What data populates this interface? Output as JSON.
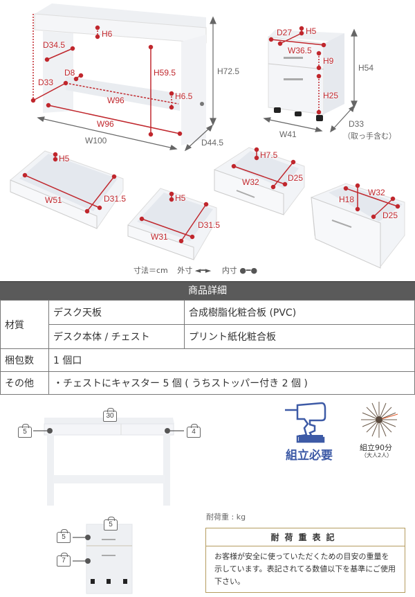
{
  "desk_dims": {
    "h6": "H6",
    "d34_5": "D34.5",
    "d8": "D8",
    "h59_5": "H59.5",
    "d33": "D33",
    "w96_inner": "W96",
    "h6_5": "H6.5",
    "w96": "W96",
    "w100": "W100",
    "h72_5": "H72.5",
    "d44_5": "D44.5"
  },
  "chest_dims": {
    "d27": "D27",
    "h5": "H5",
    "w36_5": "W36.5",
    "h9": "H9",
    "h25": "H25",
    "h54": "H54",
    "w41": "W41",
    "d33": "D33",
    "d33_note": "（取っ手含む）"
  },
  "drawers": [
    {
      "h": "H5",
      "w": "W51",
      "d": "D31.5"
    },
    {
      "h": "H5",
      "w": "W31",
      "d": "D31.5"
    },
    {
      "h": "H7.5",
      "w": "W32",
      "d": "D25"
    },
    {
      "h": "H18",
      "w": "W32",
      "d": "D25"
    }
  ],
  "legend": {
    "unit": "寸法＝cm",
    "outer": "外寸",
    "inner": "内寸"
  },
  "spec": {
    "title": "商品詳細",
    "material_label": "材質",
    "rows": [
      {
        "part": "デスク天板",
        "value": "合成樹脂化粧合板 (PVC)"
      },
      {
        "part": "デスク本体 / チェスト",
        "value": "プリント紙化粧合板"
      }
    ],
    "package_label": "梱包数",
    "package_value": "1 個口",
    "other_label": "その他",
    "other_value": "・チェストにキャスター 5 個 ( うちストッパー付き 2 個 )"
  },
  "weights": {
    "desk_top": "30",
    "desk_left": "5",
    "desk_right": "4",
    "chest_top": "5",
    "chest_upper": "5",
    "chest_lower": "7",
    "unit_label": "耐荷重 : kg"
  },
  "assembly": {
    "required": "組立必要",
    "time": "組立90分",
    "people": "（大人2人）"
  },
  "notice": {
    "title": "耐荷重表記",
    "body": "お客様が安全に使っていただくための目安の重量を示しています。表記されてる数値以下を基準にご使用下さい。"
  },
  "colors": {
    "accent_red": "#c0272d",
    "header_gray": "#5a5a5a",
    "assembly_blue": "#3d5aa6",
    "notice_border": "#b49b5e"
  }
}
